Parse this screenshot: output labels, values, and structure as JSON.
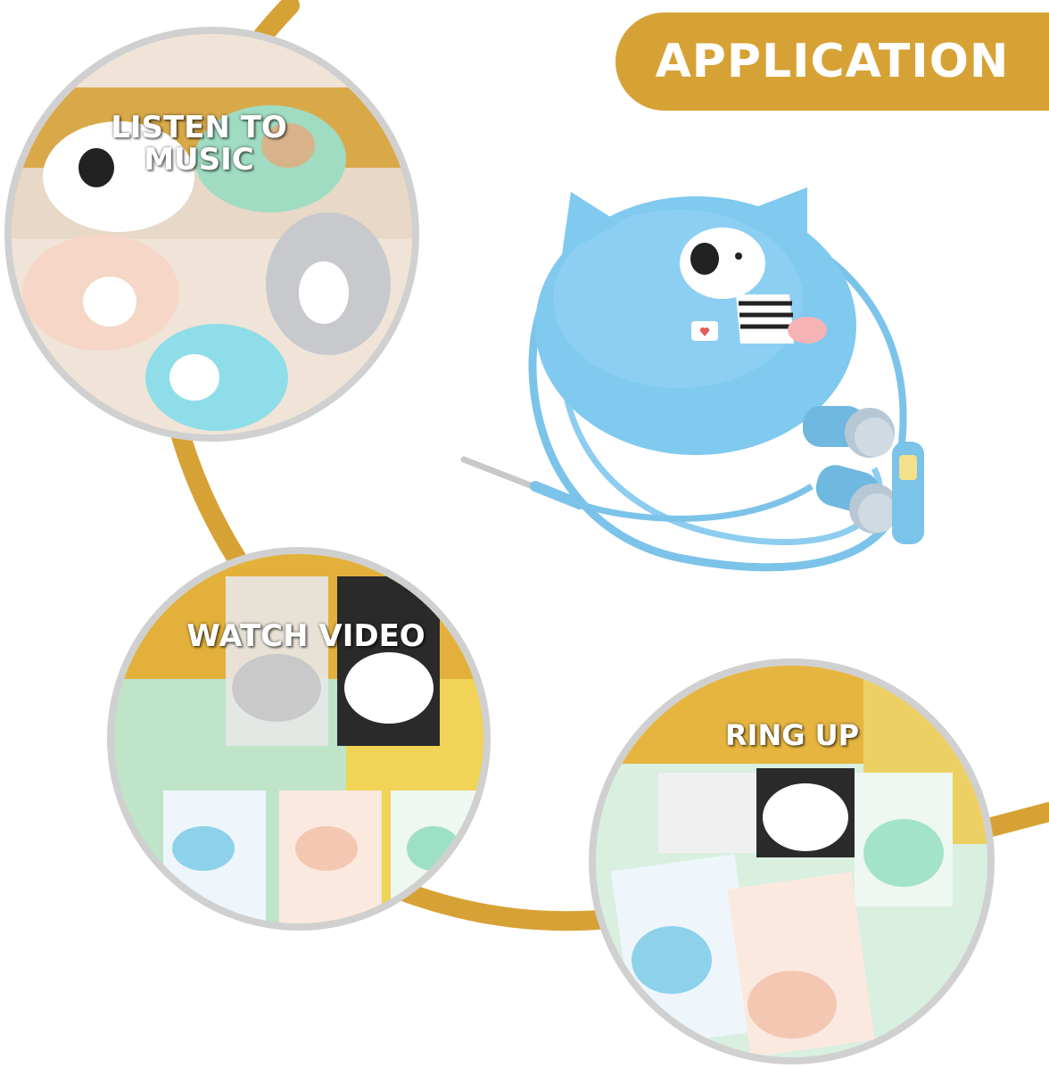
{
  "header": {
    "title": "APPLICATION"
  },
  "applications": [
    {
      "label_line1": "LISTEN TO",
      "label_line2": "MUSIC"
    },
    {
      "label": "WATCH VIDEO"
    },
    {
      "label": "RING UP"
    }
  ],
  "colors": {
    "accent": "#d7a235",
    "product_blue": "#80c9ef",
    "ring_gray": "#d0d0d0"
  }
}
